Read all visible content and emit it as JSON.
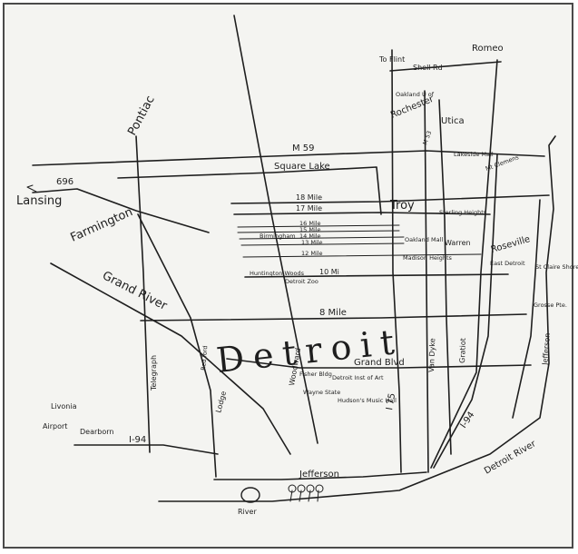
{
  "map": {
    "city": "Detroit",
    "labels": {
      "pontiac": "Pontiac",
      "lansing": "Lansing",
      "i696": "696",
      "farmington": "Farmington",
      "grand_river": "Grand River",
      "livonia": "Livonia",
      "airport": "Airport",
      "dearborn": "Dearborn",
      "i94_west": "I-94",
      "telegraph": "Telegraph",
      "lodge": "Lodge",
      "woodward": "Woodward",
      "m59": "M 59",
      "square_lake": "Square Lake",
      "mile_18": "18 Mile",
      "mile_17": "17 Mile",
      "mile_16": "16 Mile",
      "mile_15": "15 Mile",
      "mile_14": "14 Mile",
      "mile_13": "13 Mile",
      "mile_12": "12 Mile",
      "mile_10": "10 Mi",
      "mile_8": "8 Mile",
      "birmingham": "Birmingham",
      "huntington_woods": "Huntington Woods",
      "detroit_zoo": "Detroit Zoo",
      "troy": "Troy",
      "to_flint": "To Flint",
      "shell_rd": "Shell Rd",
      "romeo": "Romeo",
      "oakland_u": "Oakland U of",
      "rochester": "Rochester",
      "utica": "Utica",
      "m53": "M 53",
      "lakeside_mall": "Lakeside Mall",
      "mt_clemens": "Mt Clemens",
      "sterling_heights": "Sterling Heights",
      "warren": "Warren",
      "oakland_mall": "Oakland Mall",
      "madison_heights": "Madison Heights",
      "roseville": "Roseville",
      "east_detroit": "East Detroit",
      "st_clair_shores": "St Claire Shores",
      "grosse_pte": "Grosse Pte.",
      "van_dyke": "Van Dyke",
      "gratiot": "Gratiot",
      "i75": "I 75",
      "i94_east": "I-94",
      "jefferson_east": "Jefferson",
      "jefferson_south": "Jefferson",
      "grand_blvd": "Grand Blvd",
      "fisher_bldg": "Fisher Bldg",
      "art_institute": "Detroit Inst of Art",
      "wayne_state": "Wayne State",
      "hudsons": "Hudson's Music Hall",
      "redford": "Red ford",
      "detroit_river": "Detroit River",
      "river": "River"
    }
  }
}
